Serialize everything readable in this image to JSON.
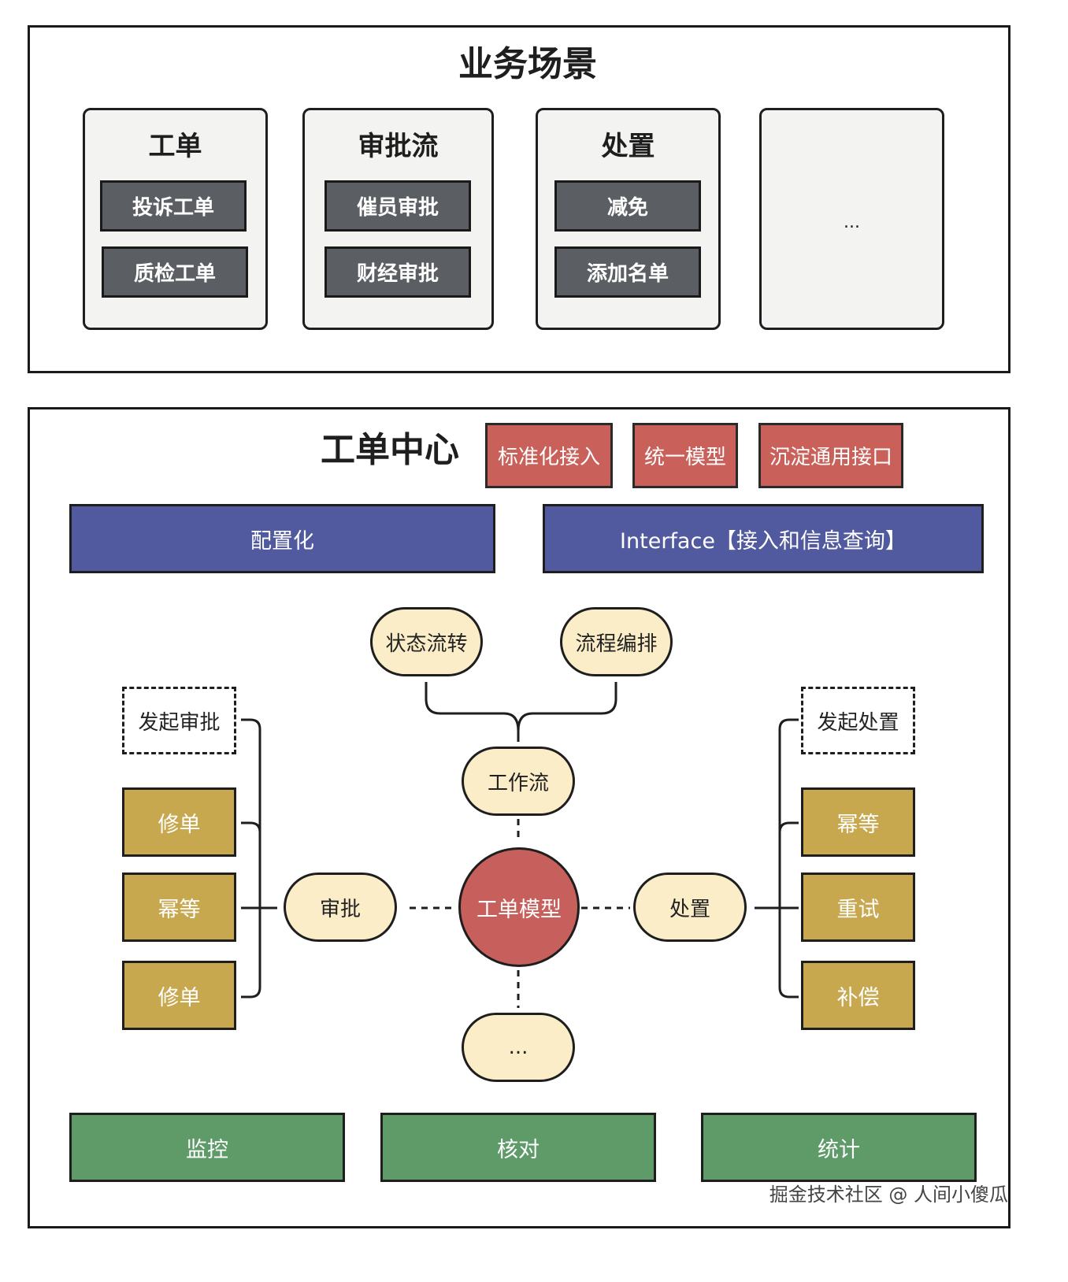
{
  "business": {
    "title": "业务场景",
    "cards": [
      {
        "title": "工单",
        "items": [
          "投诉工单",
          "质检工单"
        ]
      },
      {
        "title": "审批流",
        "items": [
          "催员审批",
          "财经审批"
        ]
      },
      {
        "title": "处置",
        "items": [
          "减免",
          "添加名单"
        ]
      },
      {
        "title": "",
        "items": [],
        "ellipsis": "..."
      }
    ]
  },
  "center": {
    "title": "工单中心",
    "tags": [
      "标准化接入",
      "统一模型",
      "沉淀通用接口"
    ],
    "bars": [
      "配置化",
      "Interface【接入和信息查询】"
    ],
    "top_pills": [
      "状态流转",
      "流程编排"
    ],
    "workflow": "工作流",
    "core": "工单模型",
    "approval": "审批",
    "disposal": "处置",
    "bottom_pill": "...",
    "left_dashed": "发起审批",
    "left_items": [
      "修单",
      "幂等",
      "修单"
    ],
    "right_dashed": "发起处置",
    "right_items": [
      "幂等",
      "重试",
      "补偿"
    ],
    "bottom_bars": [
      "监控",
      "核对",
      "统计"
    ]
  },
  "footer": "掘金技术社区 @ 人间小傻瓜",
  "colors": {
    "dark_button": "#5b5e63",
    "red_tag": "#c9615a",
    "blue_bar": "#525a9f",
    "gold": "#c8a84f",
    "green": "#5f9a69",
    "pill": "#fbedc8",
    "core": "#c7605c"
  }
}
